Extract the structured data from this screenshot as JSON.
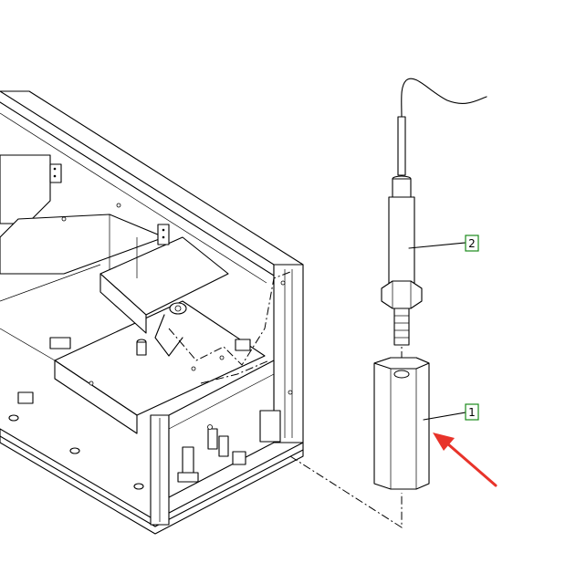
{
  "callouts": [
    {
      "number": "1"
    },
    {
      "number": "2"
    }
  ],
  "colors": {
    "callout_border": "#1a8a1a",
    "arrow": "#e8332a",
    "line": "#000000"
  },
  "icons": [
    "red-pointer-arrow"
  ]
}
